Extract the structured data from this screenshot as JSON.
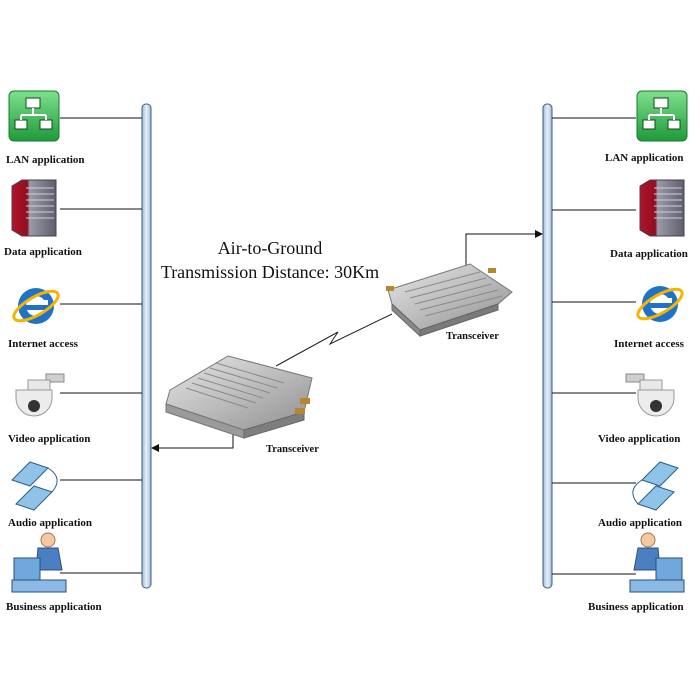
{
  "title": {
    "line1": "Air-to-Ground",
    "line2": "Transmission Distance: 30Km"
  },
  "left_apps": [
    {
      "label": "LAN application",
      "icon": "lan-icon"
    },
    {
      "label": "Data application",
      "icon": "server-icon"
    },
    {
      "label": "Internet access",
      "icon": "internet-explorer-icon"
    },
    {
      "label": "Video application",
      "icon": "dome-camera-icon"
    },
    {
      "label": "Audio application",
      "icon": "telephone-icon"
    },
    {
      "label": "Business application",
      "icon": "business-user-icon"
    }
  ],
  "right_apps": [
    {
      "label": "LAN application",
      "icon": "lan-icon"
    },
    {
      "label": "Data application",
      "icon": "server-icon"
    },
    {
      "label": "Internet access",
      "icon": "internet-explorer-icon"
    },
    {
      "label": "Video application",
      "icon": "dome-camera-icon"
    },
    {
      "label": "Audio application",
      "icon": "telephone-icon"
    },
    {
      "label": "Business application",
      "icon": "business-user-icon"
    }
  ],
  "devices": {
    "left_transceiver": "Transceiver",
    "right_transceiver": "Transceiver"
  },
  "colors": {
    "bus_fill": "#d8e4f2",
    "bus_stroke": "#3a5f8a",
    "lan_green": "#2fb34a",
    "server_red": "#b3122c",
    "ie_blue": "#1e73c8"
  }
}
